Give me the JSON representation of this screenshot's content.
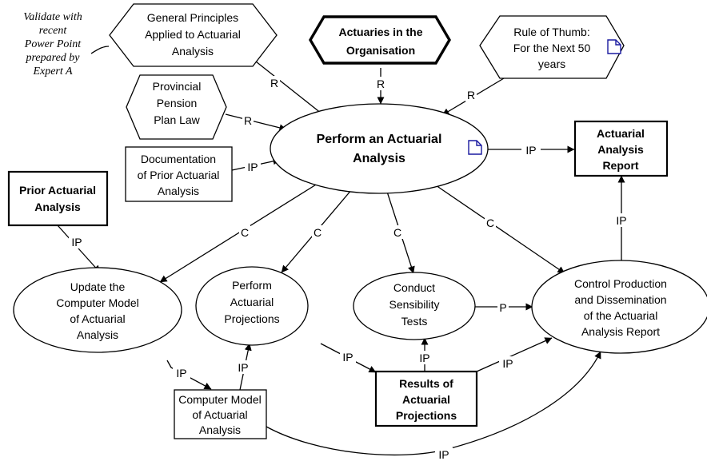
{
  "annotation": {
    "lines": [
      "Validate with",
      "recent",
      "Power Point",
      "prepared by",
      "Expert A"
    ]
  },
  "nodes": {
    "general_principles": {
      "lines": [
        "General Principles",
        "Applied to Actuarial",
        "Analysis"
      ]
    },
    "actuaries_org": {
      "lines": [
        "Actuaries in the",
        "Organisation"
      ]
    },
    "rule_of_thumb": {
      "lines": [
        "Rule of Thumb:",
        "For the Next 50",
        "years"
      ]
    },
    "provincial_law": {
      "lines": [
        "Provincial",
        "Pension",
        "Plan Law"
      ]
    },
    "perform_analysis": {
      "lines": [
        "Perform an Actuarial",
        "Analysis"
      ]
    },
    "documentation": {
      "lines": [
        "Documentation",
        "of Prior Actuarial",
        "Analysis"
      ]
    },
    "analysis_report": {
      "lines": [
        "Actuarial",
        "Analysis",
        "Report"
      ]
    },
    "prior_analysis": {
      "lines": [
        "Prior Actuarial",
        "Analysis"
      ]
    },
    "update_model": {
      "lines": [
        "Update the",
        "Computer Model",
        "of Actuarial",
        "Analysis"
      ]
    },
    "perform_projections": {
      "lines": [
        "Perform",
        "Actuarial",
        "Projections"
      ]
    },
    "sensibility_tests": {
      "lines": [
        "Conduct",
        "Sensibility",
        "Tests"
      ]
    },
    "control_production": {
      "lines": [
        "Control Production",
        "and Dissemination",
        "of the Actuarial",
        "Analysis Report"
      ]
    },
    "computer_model": {
      "lines": [
        "Computer Model",
        "of Actuarial",
        "Analysis"
      ]
    },
    "results_projections": {
      "lines": [
        "Results of",
        "Actuarial",
        "Projections"
      ]
    }
  },
  "links": {
    "general_to_perform": "R",
    "actuaries_to_perform": "R",
    "rule_to_perform": "R",
    "law_to_perform": "R",
    "doc_to_perform": "IP",
    "perform_to_report": "IP",
    "perform_to_update": "C",
    "perform_to_projections": "C",
    "perform_to_tests": "C",
    "perform_to_control": "C",
    "prior_to_update": "IP",
    "control_to_report": "IP",
    "tests_to_control": "P",
    "stub_to_model": "IP",
    "model_to_projections": "IP",
    "stub_to_results": "IP",
    "results_to_tests": "IP",
    "results_to_control": "IP",
    "model_to_control": "IP"
  }
}
